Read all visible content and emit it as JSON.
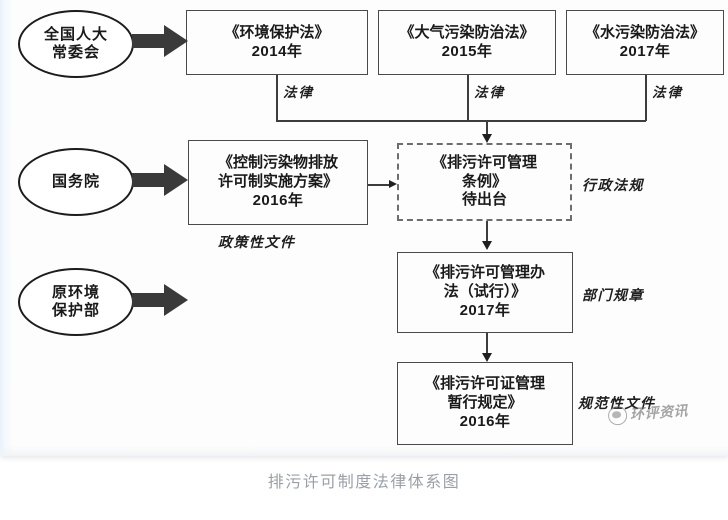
{
  "caption": "排污许可制度法律体系图",
  "watermark": {
    "logo_icon": "panda-circle-logo-icon",
    "text": "环评资讯"
  },
  "actors": [
    {
      "id": "npc",
      "lines": [
        "全国人大",
        "常委会"
      ]
    },
    {
      "id": "state-council",
      "lines": [
        "国务院"
      ]
    },
    {
      "id": "mep",
      "lines": [
        "原环境保护部",
        "保护部"
      ]
    }
  ],
  "actor_npc_line1": "全国人大",
  "actor_npc_line2": "常委会",
  "actor_state_council": "国务院",
  "actor_mep_line1": "原环境",
  "actor_mep_line2": "保护部",
  "laws": [
    {
      "title": "《环境保护法》",
      "year": "2014年",
      "edge_label": "法律"
    },
    {
      "title": "《大气污染防治法》",
      "year": "2015年",
      "edge_label": "法律"
    },
    {
      "title": "《水污染防治法》",
      "year": "2017年",
      "edge_label": "法律"
    }
  ],
  "policy_doc": {
    "line1": "《控制污染物排放",
    "line2": "许可制实施方案》",
    "year": "2016年",
    "category": "政策性文件"
  },
  "regulation": {
    "line1": "《排污许可管理",
    "line2": "条例》",
    "line3": "待出台",
    "category": "行政法规",
    "status": "待出台"
  },
  "department_rule": {
    "line1": "《排污许可管理办",
    "line2": "法（试行）》",
    "year": "2017年",
    "category": "部门规章"
  },
  "normative_doc": {
    "line1": "《排污许可证管理",
    "line2": "暂行规定》",
    "year": "2016年",
    "category": "规范性文件"
  },
  "colors": {
    "node_border": "#4a4a4a",
    "ellipse_border": "#1c1c1c",
    "connector": "#3d3d3d",
    "block_arrow": "#3a3a3a",
    "caption": "#9aa0a6",
    "background": "#fdfdfd"
  }
}
